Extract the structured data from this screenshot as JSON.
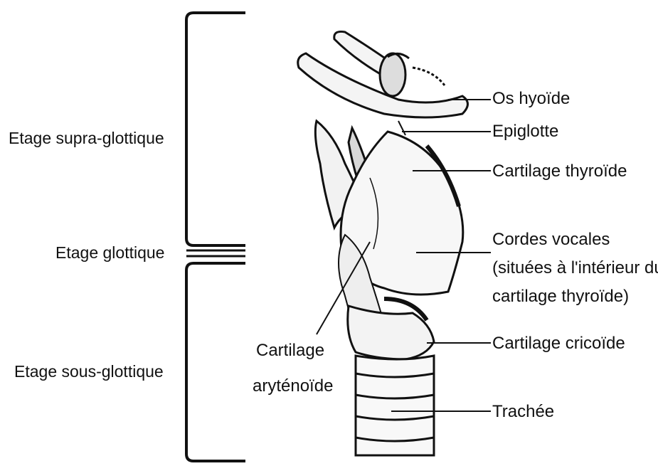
{
  "stages": {
    "supra": "Etage supra-glottique",
    "glottique": "Etage glottique",
    "sous": "Etage sous-glottique"
  },
  "labels": {
    "os_hyoide": "Os hyoïde",
    "epiglotte": "Epiglotte",
    "cartilage_thyroide": "Cartilage thyroïde",
    "cordes_vocales_1": "Cordes vocales",
    "cordes_vocales_2": "(situées à l'intérieur du",
    "cordes_vocales_3": "cartilage thyroïde)",
    "cartilage_cricoide": "Cartilage cricoïde",
    "trachee": "Trachée",
    "arytenoide_1": "Cartilage",
    "arytenoide_2": "aryténoïde"
  }
}
